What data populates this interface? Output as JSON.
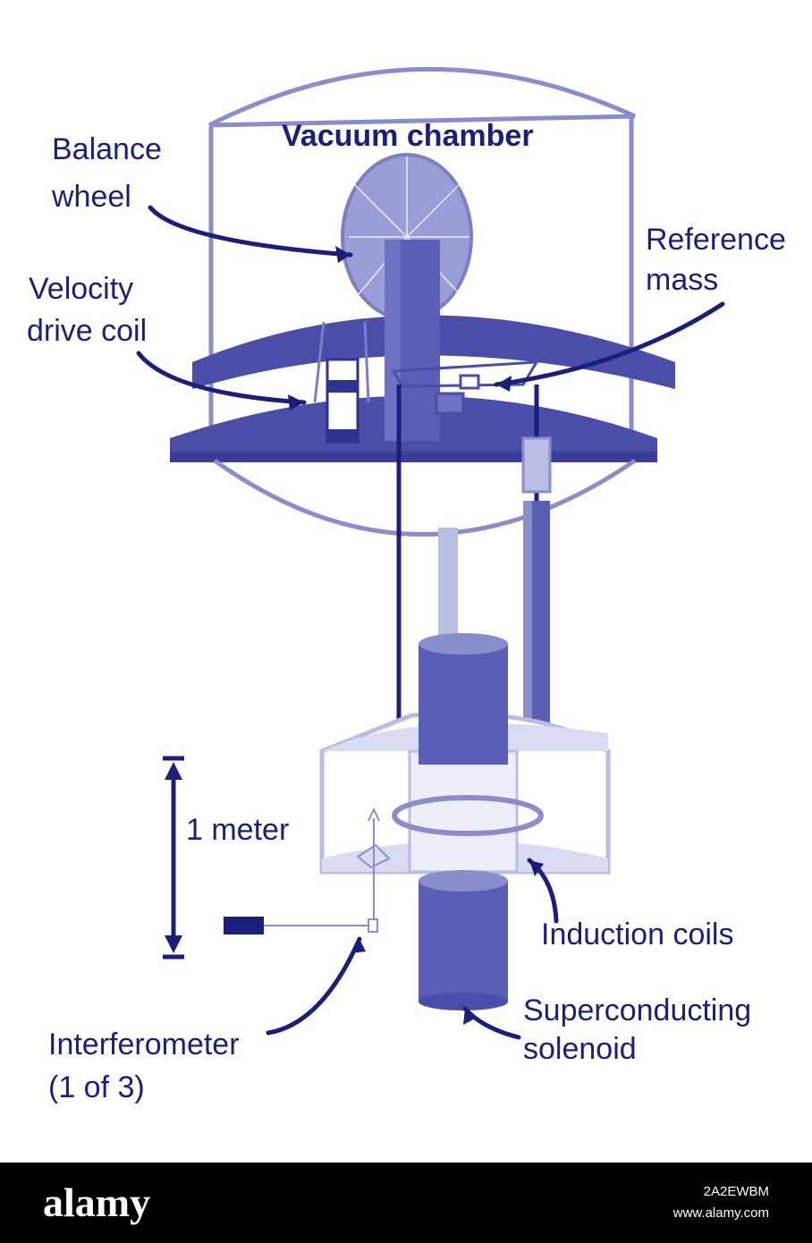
{
  "labels": {
    "vacuum_chamber": "Vacuum chamber",
    "balance_wheel_line1": "Balance",
    "balance_wheel_line2": "wheel",
    "reference_mass_line1": "Reference",
    "reference_mass_line2": "mass",
    "velocity_drive_line1": "Velocity",
    "velocity_drive_line2": "drive coil",
    "one_meter": "1 meter",
    "induction_coils": "Induction coils",
    "superconducting_line1": "Superconducting",
    "superconducting_line2": "solenoid",
    "interferometer_line1": "Interferometer",
    "interferometer_line2": "(1 of 3)"
  },
  "footer": {
    "brand": "alamy",
    "image_code": "2A2EWBM",
    "url": "www.alamy.com"
  },
  "colors": {
    "line": "#1a1f7a",
    "dark": "#4a4ea8",
    "mid": "#7b7fc4",
    "light": "#b9bce3",
    "pale": "#d9dbf1"
  }
}
